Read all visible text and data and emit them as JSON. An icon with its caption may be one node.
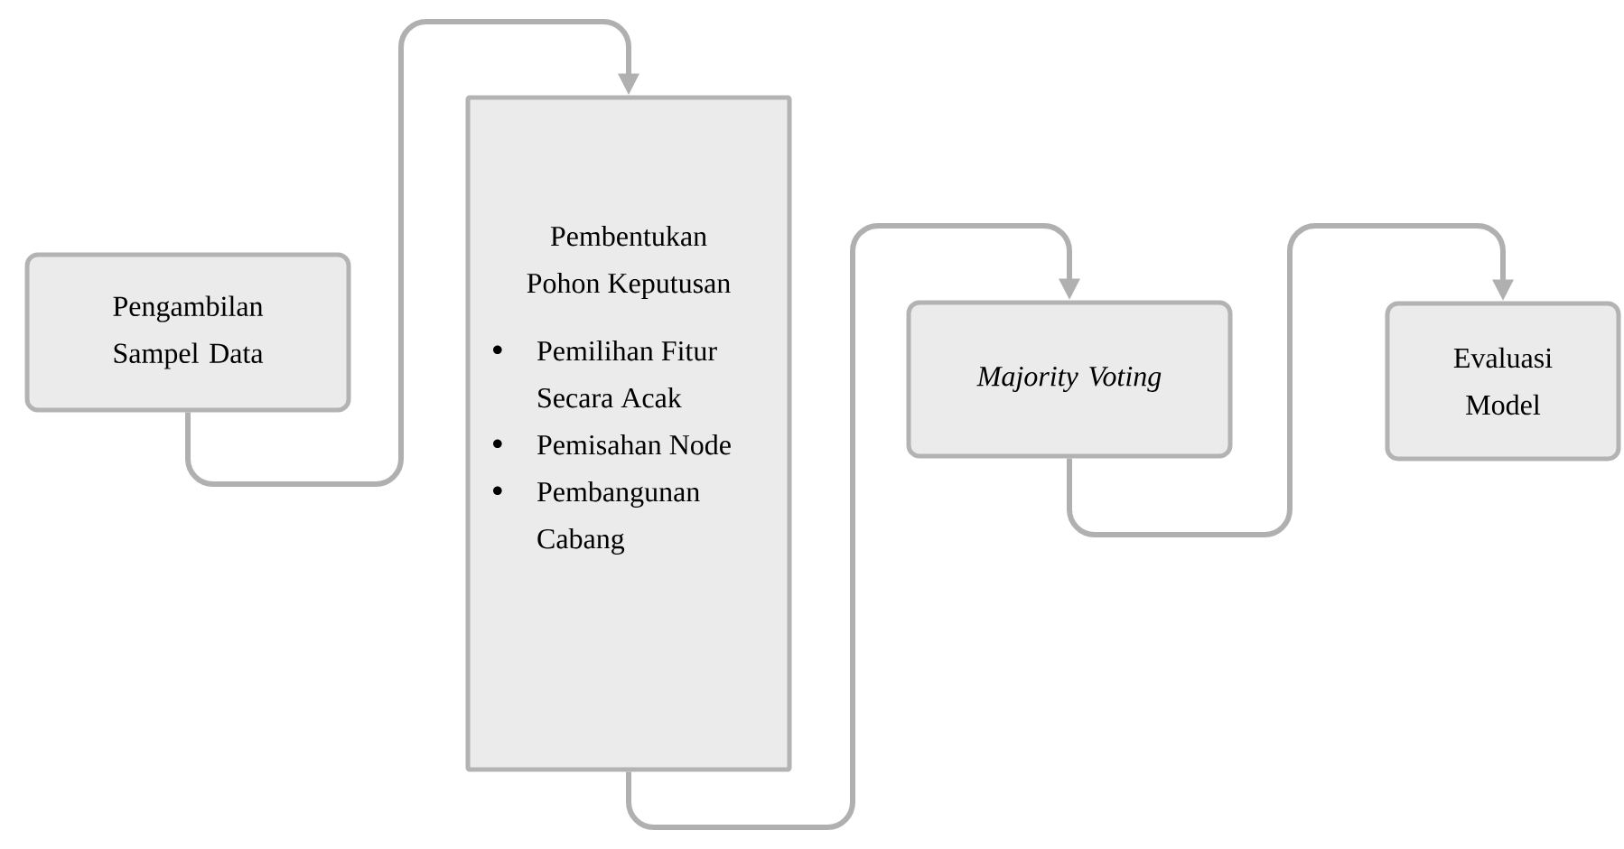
{
  "diagram": {
    "nodes": [
      {
        "text": [
          "Pengambilan Sampel Data"
        ]
      },
      {
        "text": [
          "Pembentukan Pohon Keputusan",
          "Pemilihan Fitur Secara Acak",
          "Pemisahan Node",
          "Pembangunan Cabang"
        ]
      },
      {
        "text": [
          "Majority Voting"
        ]
      },
      {
        "text": [
          "Evaluasi Model"
        ]
      }
    ],
    "edges": [
      {
        "from": 0,
        "to": 1,
        "arrow": "to"
      },
      {
        "from": 1,
        "to": 2,
        "arrow": "to"
      },
      {
        "from": 2,
        "to": 3,
        "arrow": "to"
      }
    ]
  }
}
